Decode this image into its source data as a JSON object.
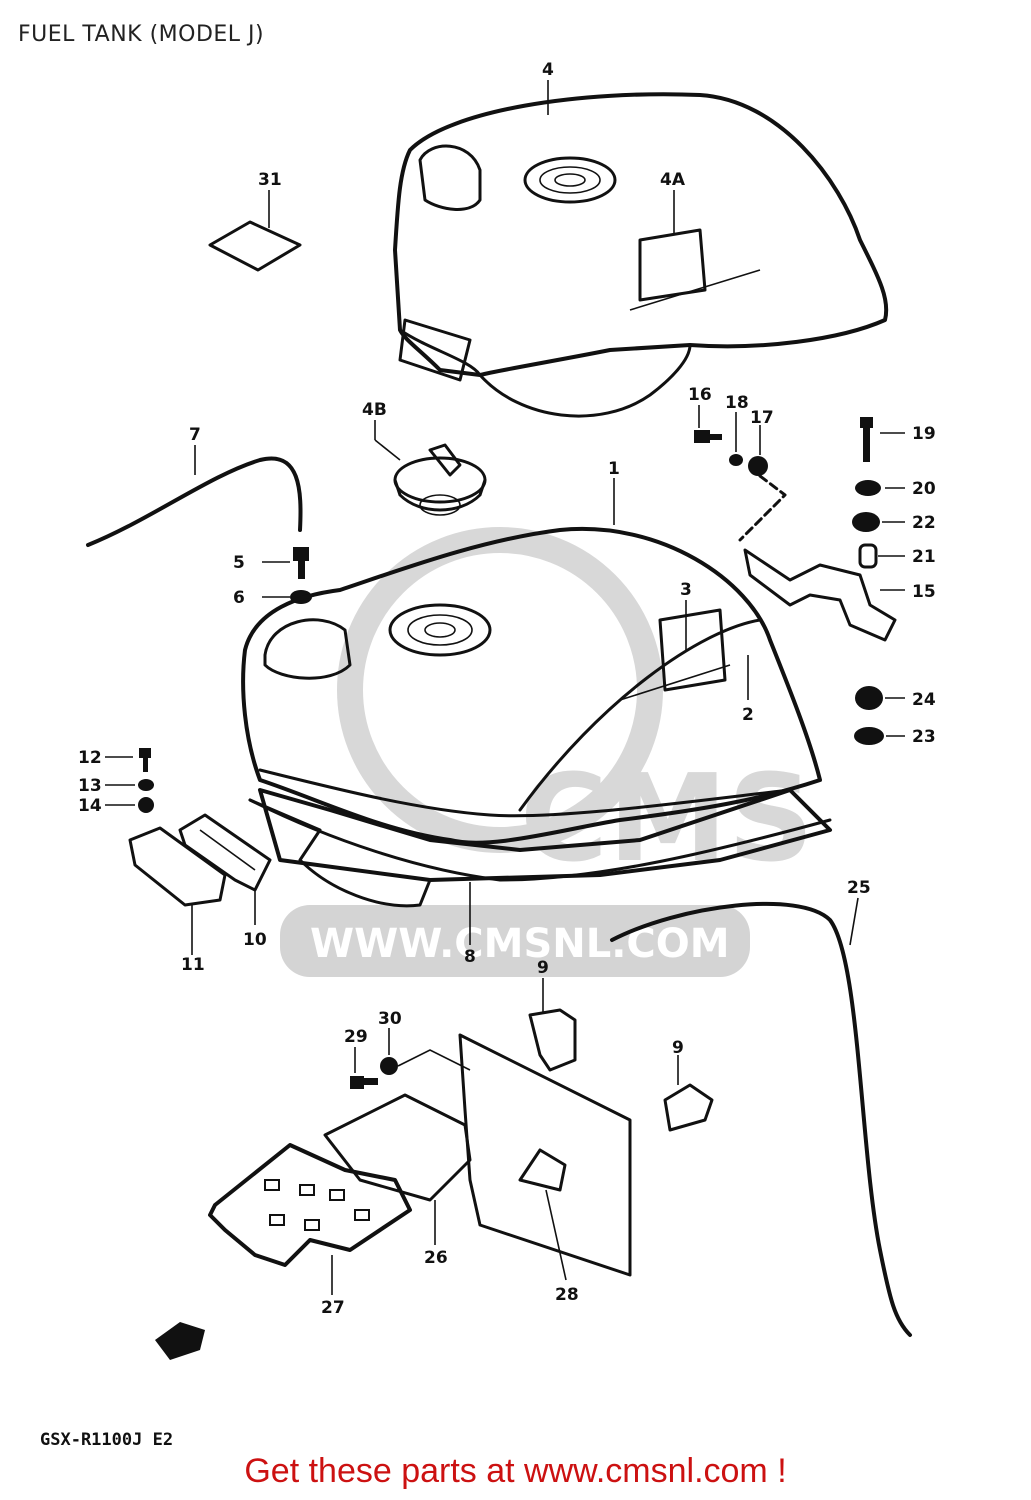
{
  "title": "FUEL TANK (MODEL J)",
  "model_code": "GSX-R1100J E2",
  "call_to_action": "Get these parts at www.cmsnl.com !",
  "watermark": {
    "text": "WWW.CMSNL.COM",
    "logo_text": "CMS"
  },
  "callouts": {
    "c4": "4",
    "c4A": "4A",
    "c4B": "4B",
    "c31": "31",
    "c7": "7",
    "c1": "1",
    "c5": "5",
    "c6": "6",
    "c3": "3",
    "c2": "2",
    "c16": "16",
    "c18": "18",
    "c17": "17",
    "c19": "19",
    "c20": "20",
    "c22": "22",
    "c21": "21",
    "c15": "15",
    "c24": "24",
    "c23": "23",
    "c12": "12",
    "c13": "13",
    "c14": "14",
    "c10": "10",
    "c11": "11",
    "c8": "8",
    "c25": "25",
    "c9a": "9",
    "c9b": "9",
    "c29": "29",
    "c30": "30",
    "c26": "26",
    "c27": "27",
    "c28": "28"
  },
  "colors": {
    "line": "#111111",
    "cta": "#cc1111",
    "watermark": "#d0d0d0"
  }
}
